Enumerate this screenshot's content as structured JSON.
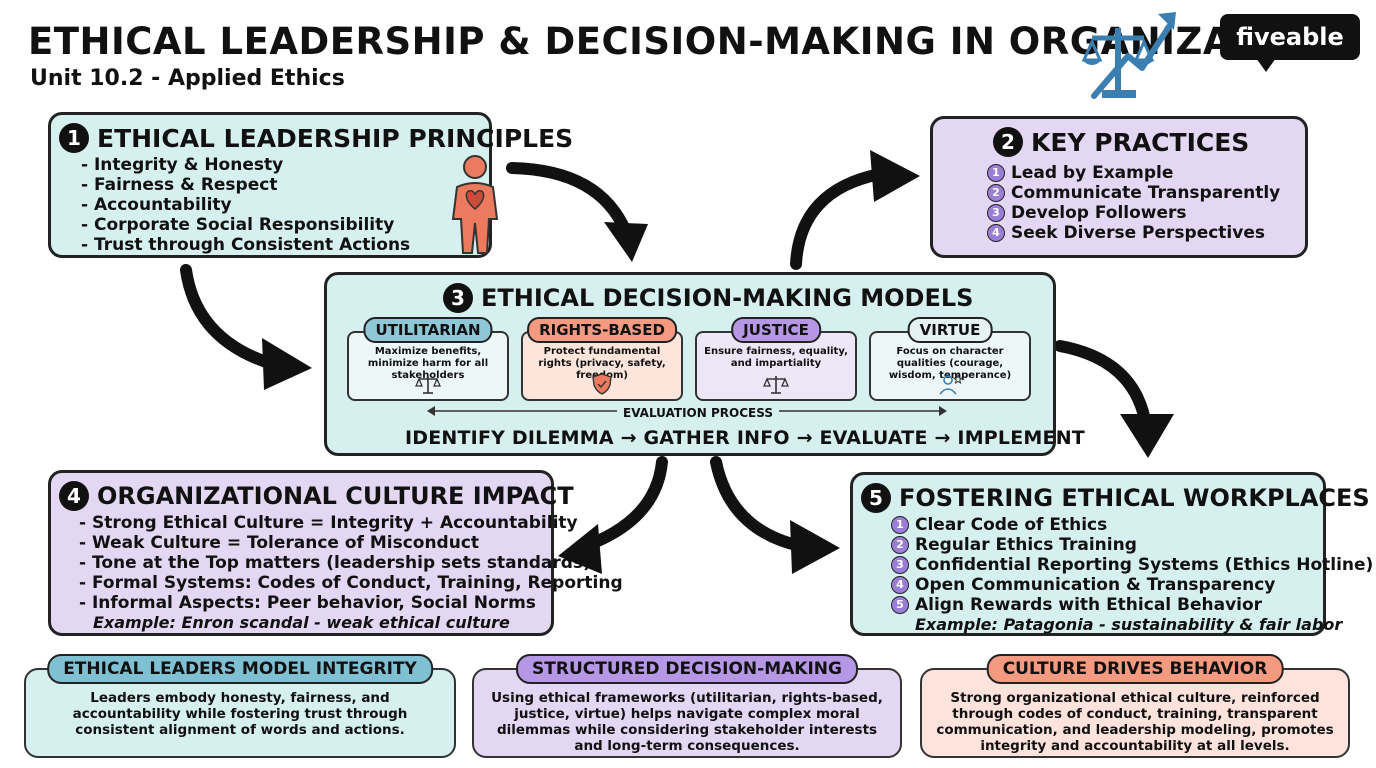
{
  "header": {
    "title": "ETHICAL LEADERSHIP & DECISION-MAKING IN ORGANIZATIONS",
    "subtitle": "Unit 10.2 - Applied Ethics",
    "logo_text_a": "five",
    "logo_text_b": "able"
  },
  "principles": {
    "number": "1",
    "title": "ETHICAL LEADERSHIP PRINCIPLES",
    "items": [
      "Integrity & Honesty",
      "Fairness & Respect",
      "Accountability",
      "Corporate Social Responsibility",
      "Trust through Consistent Actions"
    ],
    "icon": "person-heart-icon"
  },
  "practices": {
    "number": "2",
    "title": "KEY PRACTICES",
    "items": [
      {
        "n": "1",
        "label": "Lead by Example"
      },
      {
        "n": "2",
        "label": "Communicate Transparently"
      },
      {
        "n": "3",
        "label": "Develop Followers"
      },
      {
        "n": "4",
        "label": "Seek Diverse Perspectives"
      }
    ]
  },
  "models": {
    "number": "3",
    "title": "ETHICAL DECISION-MAKING MODELS",
    "cards": [
      {
        "label": "UTILITARIAN",
        "desc": "Maximize benefits, minimize harm for all stakeholders",
        "icon": "scale-icon"
      },
      {
        "label": "RIGHTS-BASED",
        "desc": "Protect fundamental rights (privacy, safety, freedom)",
        "icon": "shield-icon"
      },
      {
        "label": "JUSTICE",
        "desc": "Ensure fairness, equality, and impartiality",
        "icon": "scale-icon"
      },
      {
        "label": "VIRTUE",
        "desc": "Focus on character qualities (courage, wisdom, temperance)",
        "icon": "person-star-icon"
      }
    ],
    "evaluation_label": "EVALUATION PROCESS",
    "process": [
      "IDENTIFY DILEMMA",
      "GATHER INFO",
      "EVALUATE",
      "IMPLEMENT"
    ]
  },
  "culture": {
    "number": "4",
    "title": "ORGANIZATIONAL CULTURE IMPACT",
    "items": [
      "Strong Ethical Culture = Integrity + Accountability",
      "Weak Culture = Tolerance of Misconduct",
      "Tone at the Top matters (leadership sets standards)",
      "Formal Systems: Codes of Conduct, Training, Reporting",
      "Informal Aspects: Peer behavior, Social Norms"
    ],
    "example": "Example: Enron scandal - weak ethical culture"
  },
  "workplaces": {
    "number": "5",
    "title": "FOSTERING ETHICAL WORKPLACES",
    "items": [
      {
        "n": "1",
        "label": "Clear Code of Ethics"
      },
      {
        "n": "2",
        "label": "Regular Ethics Training"
      },
      {
        "n": "3",
        "label": "Confidential Reporting Systems (Ethics Hotline)"
      },
      {
        "n": "4",
        "label": "Open Communication & Transparency"
      },
      {
        "n": "5",
        "label": "Align Rewards with Ethical Behavior"
      }
    ],
    "example": "Example: Patagonia - sustainability & fair labor"
  },
  "summaries": [
    {
      "label": "ETHICAL LEADERS MODEL INTEGRITY",
      "text": "Leaders embody honesty, fairness, and accountability while fostering trust through consistent alignment of words and actions."
    },
    {
      "label": "STRUCTURED DECISION-MAKING",
      "text": "Using ethical frameworks (utilitarian, rights-based, justice, virtue) helps navigate complex moral dilemmas while considering stakeholder interests and long-term consequences."
    },
    {
      "label": "CULTURE DRIVES BEHAVIOR",
      "text": "Strong organizational ethical culture, reinforced through codes of conduct, training, transparent communication, and leadership modeling, promotes integrity and accountability at all levels."
    }
  ],
  "colors": {
    "teal": "#d6efef",
    "purple": "#e3d7f3",
    "peach": "#fde3dc",
    "icon_blue": "#3a7fb0",
    "icon_coral": "#ec7a5e"
  }
}
